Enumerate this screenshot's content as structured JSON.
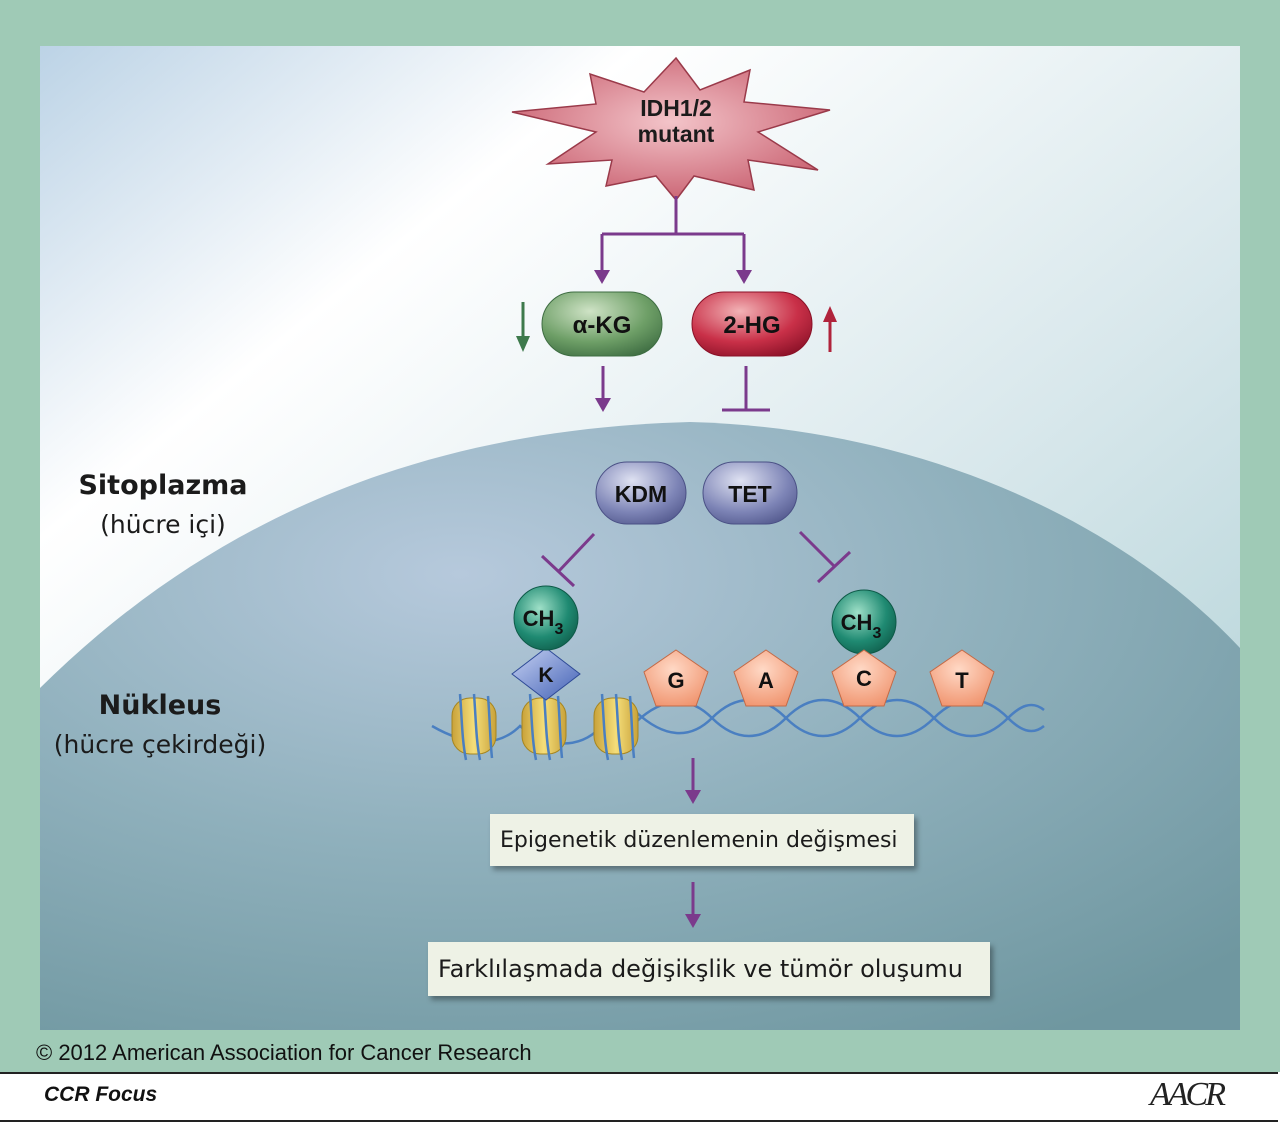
{
  "mutation": {
    "line1": "IDH1/2",
    "line2": "mutant"
  },
  "metabolites": {
    "akg": "α-KG",
    "hg2": "2-HG"
  },
  "enzymes": {
    "kdm": "KDM",
    "tet": "TET"
  },
  "methyl": {
    "ch": "CH",
    "sub": "3"
  },
  "lysine": "K",
  "bases": [
    "G",
    "A",
    "C",
    "T"
  ],
  "regions": {
    "cytoplasm_title": "Sitoplazma",
    "cytoplasm_sub": "(hücre içi)",
    "nucleus_title": "Nükleus",
    "nucleus_sub": "(hücre çekirdeği)"
  },
  "outcomes": {
    "step1": "Epigenetik düzenlemenin değişmesi",
    "step2": "Farklılaşmada değişikşlik ve tümör oluşumu"
  },
  "copyright": "© 2012 American Association for Cancer Research",
  "footer": {
    "series": "CCR Focus",
    "logo": "AACR"
  },
  "colors": {
    "arrow": "#7b3a8c",
    "akg_fill": "#5e9460",
    "hg_fill": "#c02a45",
    "enzyme_fill": "#6a72a6",
    "methyl_fill": "#1f8a72",
    "base_fill": "#f2a07e",
    "lysine_fill": "#5b76c5",
    "star_fill": "#d97a86",
    "frame": "#9fcab6"
  }
}
